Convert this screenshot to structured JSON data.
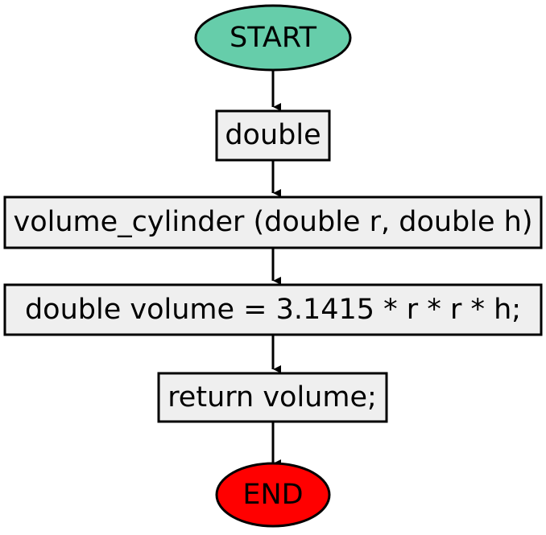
{
  "flowchart": {
    "nodes": [
      {
        "id": "start",
        "shape": "ellipse",
        "label": "START",
        "fill": "#66cdaa"
      },
      {
        "id": "step1",
        "shape": "rect",
        "label": "double",
        "fill": "#efefef"
      },
      {
        "id": "step2",
        "shape": "rect",
        "label": "volume_cylinder (double r, double h)",
        "fill": "#efefef"
      },
      {
        "id": "step3",
        "shape": "rect",
        "label": "double volume = 3.1415 * r * r * h;",
        "fill": "#efefef"
      },
      {
        "id": "step4",
        "shape": "rect",
        "label": "return volume;",
        "fill": "#efefef"
      },
      {
        "id": "end",
        "shape": "ellipse",
        "label": "END",
        "fill": "#ff0000"
      }
    ],
    "edges": [
      {
        "from": "start",
        "to": "step1"
      },
      {
        "from": "step1",
        "to": "step2"
      },
      {
        "from": "step2",
        "to": "step3"
      },
      {
        "from": "step3",
        "to": "step4"
      },
      {
        "from": "step4",
        "to": "end"
      }
    ],
    "stroke_color": "#000000"
  }
}
